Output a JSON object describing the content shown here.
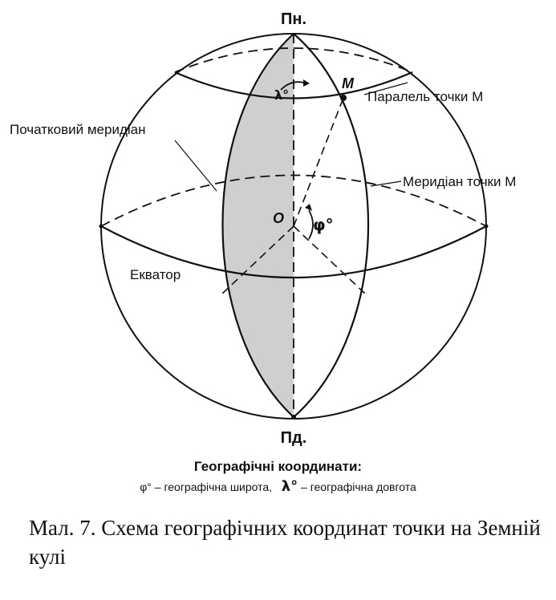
{
  "labels": {
    "north": "Пн.",
    "south": "Пд.",
    "point_m": "M",
    "center_o": "O",
    "phi": "φ°",
    "lambda": "λ°",
    "prime_meridian": "Початковий меридіан",
    "parallel_m": "Паралель точки М",
    "meridian_m": "Меридіан точки М",
    "equator": "Екватор"
  },
  "legend": {
    "title": "Географічні координати:",
    "phi_symbol": "φ°",
    "phi_text": "– географічна широта,",
    "lambda_symbol": "λ°",
    "lambda_text": "– географічна довгота"
  },
  "caption": "Мал. 7. Схема географічних координат точки на Земній кулі"
}
